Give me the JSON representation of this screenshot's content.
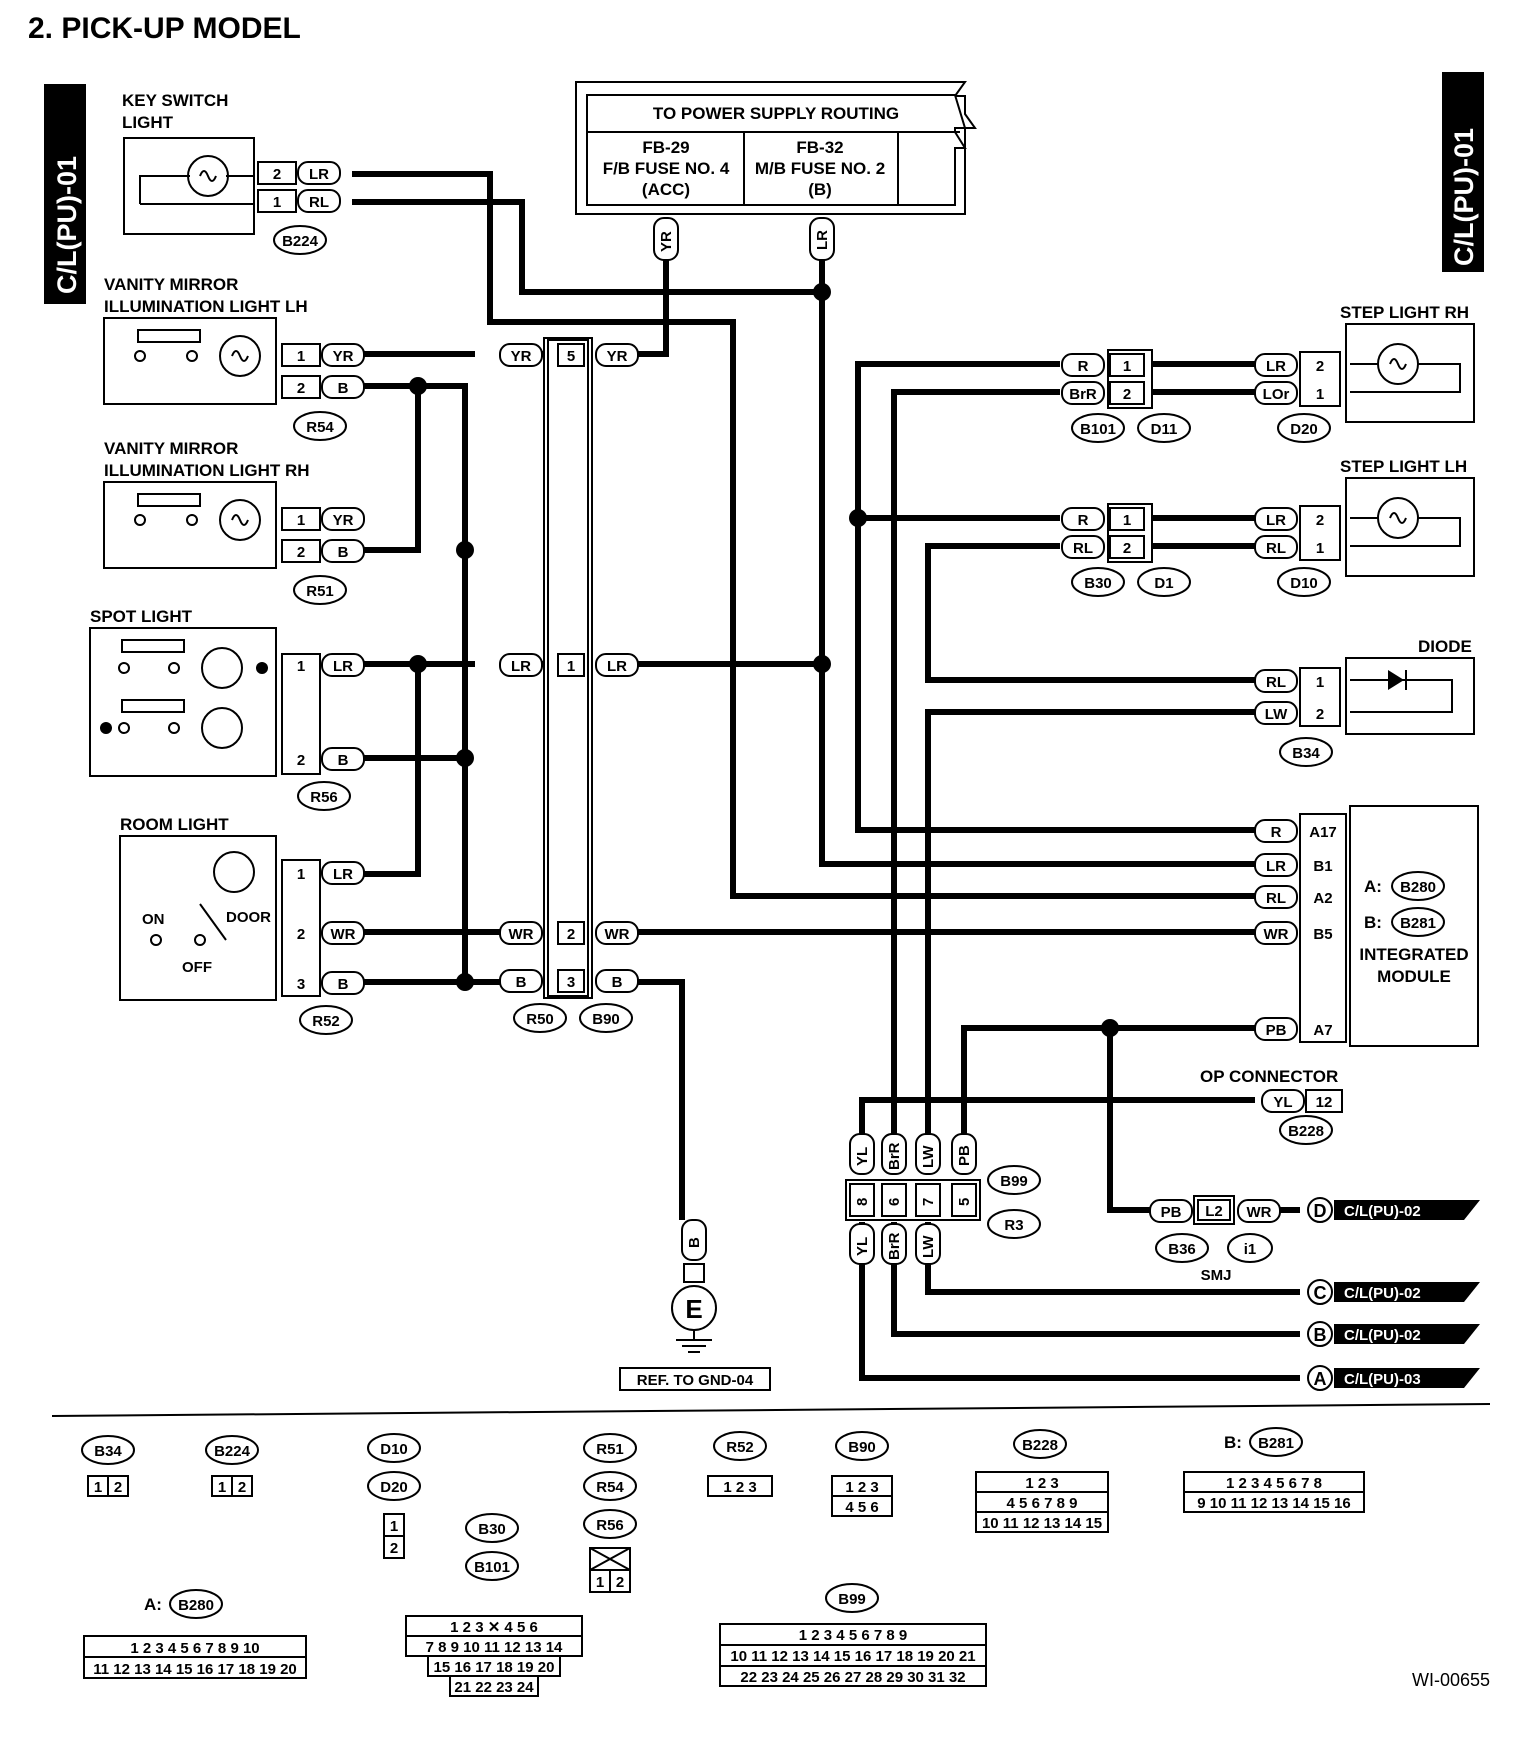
{
  "title": "2. PICK-UP MODEL",
  "side_tab_left": "C/L(PU)-01",
  "side_tab_right": "C/L(PU)-01",
  "power_supply": {
    "header": "TO POWER SUPPLY ROUTING",
    "col1": [
      "FB-29",
      "F/B FUSE NO. 4",
      "(ACC)"
    ],
    "col2": [
      "FB-32",
      "M/B FUSE NO. 2",
      "(B)"
    ],
    "wire1": "YR",
    "wire2": "LR"
  },
  "components": {
    "key_switch_light": [
      "KEY SWITCH",
      "LIGHT"
    ],
    "vanity_lh": [
      "VANITY MIRROR",
      "ILLUMINATION LIGHT LH"
    ],
    "vanity_rh": [
      "VANITY MIRROR",
      "ILLUMINATION LIGHT RH"
    ],
    "spot_light": "SPOT LIGHT",
    "room_light": "ROOM LIGHT",
    "room_on": "ON",
    "room_door": "DOOR",
    "room_off": "OFF",
    "step_rh": "STEP LIGHT RH",
    "step_lh": "STEP LIGHT LH",
    "diode": "DIODE",
    "module_a": "A:",
    "module_b": "B:",
    "module_name": [
      "INTEGRATED",
      "MODULE"
    ],
    "op_connector": "OP CONNECTOR",
    "smj": "SMJ",
    "ground": "E",
    "ground_ref": "REF. TO GND-04"
  },
  "connectors": {
    "b224": "B224",
    "r54": "R54",
    "r51": "R51",
    "r56": "R56",
    "r52": "R52",
    "r50": "R50",
    "b90": "B90",
    "b101": "B101",
    "d11": "D11",
    "d20": "D20",
    "b30": "B30",
    "d1": "D1",
    "d10": "D10",
    "b34": "B34",
    "b280": "B280",
    "b281": "B281",
    "b228": "B228",
    "b99": "B99",
    "r3": "R3",
    "b36": "B36",
    "i1": "i1"
  },
  "offpage": [
    {
      "letter": "D",
      "ref": "C/L(PU)-02"
    },
    {
      "letter": "C",
      "ref": "C/L(PU)-02"
    },
    {
      "letter": "B",
      "ref": "C/L(PU)-02"
    },
    {
      "letter": "A",
      "ref": "C/L(PU)-03"
    }
  ],
  "legend": {
    "b34": "B34",
    "b224": "B224",
    "d10": "D10",
    "d20": "D20",
    "b30": "B30",
    "b101": "B101",
    "r51": "R51",
    "r54": "R54",
    "r56": "R56",
    "r52": "R52",
    "b90": "B90",
    "b228": "B228",
    "b281": "B281",
    "b280": "B280",
    "b99": "B99",
    "prefix_a": "A:",
    "prefix_b": "B:"
  },
  "doc_code": "WI-00655"
}
